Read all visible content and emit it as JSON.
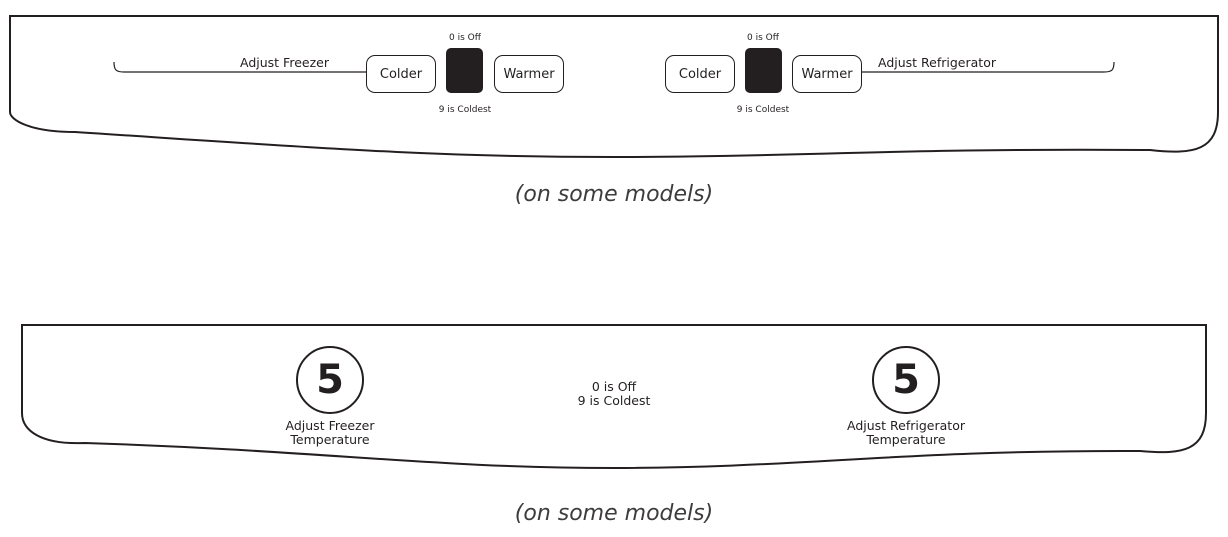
{
  "panel_top": {
    "freezer": {
      "label": "Adjust Freezer",
      "colder_label": "Colder",
      "warmer_label": "Warmer",
      "off_note": "0 is Off",
      "coldest_note": "9 is Coldest"
    },
    "refrigerator": {
      "label": "Adjust Refrigerator",
      "colder_label": "Colder",
      "warmer_label": "Warmer",
      "off_note": "0 is Off",
      "coldest_note": "9 is Coldest"
    },
    "caption": "(on some models)"
  },
  "panel_bottom": {
    "freezer": {
      "dial_value": "5",
      "label_line1": "Adjust Freezer",
      "label_line2": "Temperature"
    },
    "refrigerator": {
      "dial_value": "5",
      "label_line1": "Adjust Refrigerator",
      "label_line2": "Temperature"
    },
    "scale_line1": "0 is Off",
    "scale_line2": "9 is Coldest",
    "caption": "(on some models)"
  }
}
